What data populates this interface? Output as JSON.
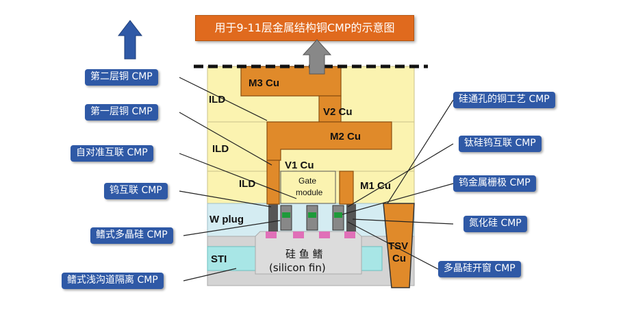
{
  "title": "用于9-11层金属结构铜CMP的示意图",
  "left_labels": [
    "第二层铜 CMP",
    "第一层铜 CMP",
    "自对准互联 CMP",
    "钨互联 CMP",
    "鳍式多晶硅 CMP",
    "鳍式浅沟道隔离 CMP"
  ],
  "right_labels": [
    "硅通孔的铜工艺 CMP",
    "钛硅钨互联 CMP",
    "钨金属栅极 CMP",
    "氮化硅 CMP",
    "多晶硅开窗 CMP"
  ],
  "structure": {
    "m3": "M3 Cu",
    "v2": "V2 Cu",
    "m2": "M2 Cu",
    "v1": "V1 Cu",
    "m1": "M1 Cu",
    "ild1": "ILD",
    "ild2": "ILD",
    "ild3": "ILD",
    "gate_line1": "Gate",
    "gate_line2": "module",
    "wplug": "W plug",
    "sti": "STI",
    "tsv_line1": "TSV",
    "tsv_line2": "Cu",
    "fin_line1": "硅 鱼 鳍",
    "fin_line2": "(silicon fin)"
  },
  "colors": {
    "label_bg": "#2f59a6",
    "title_bg": "#e06a1e",
    "copper": "#e08a2a",
    "ild": "#fbf3b0",
    "wplug_layer": "#d4ecf2",
    "sti": "#a8e6e6",
    "substrate": "#d4d4d4",
    "doping": "#e070b8"
  },
  "icons": [
    "up-arrow-icon",
    "cmp-arrow-icon"
  ]
}
